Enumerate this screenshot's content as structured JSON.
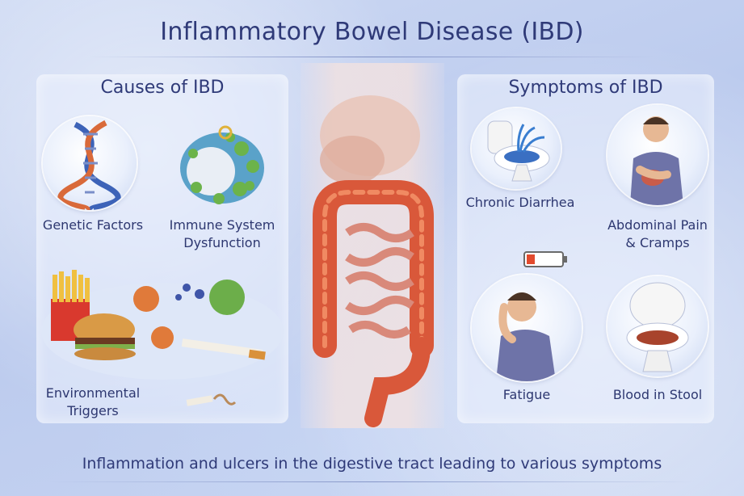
{
  "title": "Inflammatory Bowel Disease (IBD)",
  "causes": {
    "heading": "Causes of IBD",
    "items": [
      {
        "label": "Genetic Factors",
        "icon": "dna-icon"
      },
      {
        "label": "Immune System Dysfunction",
        "label_line1": "Immune System",
        "label_line2": "Dysfunction",
        "icon": "immune-cells-icon"
      },
      {
        "label": "Environmental Triggers",
        "label_line1": "Environmental",
        "label_line2": "Triggers",
        "icon": "environmental-triggers-icon"
      }
    ]
  },
  "symptoms": {
    "heading": "Symptoms of IBD",
    "items": [
      {
        "label": "Chronic Diarrhea",
        "icon": "toilet-splash-icon"
      },
      {
        "label": "Abdominal Pain & Cramps",
        "label_line1": "Abdominal Pain",
        "label_line2": "& Cramps",
        "icon": "abdominal-pain-man-icon"
      },
      {
        "label": "Fatigue",
        "icon": "fatigue-man-icon"
      },
      {
        "label": "Blood in Stool",
        "icon": "blood-in-toilet-icon"
      }
    ]
  },
  "center": {
    "icon": "digestive-tract-icon"
  },
  "footer": "Inflammation and ulcers in the digestive tract leading to various symptoms",
  "colors": {
    "heading": "#2f3a78",
    "intestine": "#d9583a",
    "background": "#c6d3f0"
  }
}
